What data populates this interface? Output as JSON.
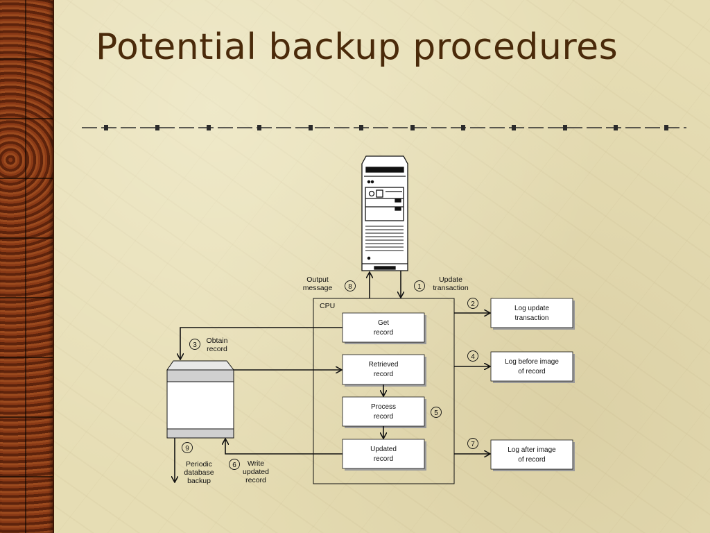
{
  "slide": {
    "title": "Potential backup procedures",
    "colors": {
      "title": "#4a2a0a",
      "background": "#e6ddb4",
      "leather": "#6e2c10"
    }
  },
  "diagram": {
    "terminal_icon": "terminal-icon",
    "database_icon": "database-cylinder-icon",
    "cpu_label": "CPU",
    "cpu_boxes": {
      "get_record": [
        "Get",
        "record"
      ],
      "retrieved_record": [
        "Retrieved",
        "record"
      ],
      "process_record": [
        "Process",
        "record"
      ],
      "updated_record": [
        "Updated",
        "record"
      ]
    },
    "log_boxes": {
      "log_update": [
        "Log update",
        "transaction"
      ],
      "log_before": [
        "Log before image",
        "of record"
      ],
      "log_after": [
        "Log after image",
        "of record"
      ]
    },
    "steps": {
      "s1": {
        "num": "1",
        "label": [
          "Update",
          "transaction"
        ]
      },
      "s2": {
        "num": "2"
      },
      "s3": {
        "num": "3",
        "label": [
          "Obtain",
          "record"
        ]
      },
      "s4": {
        "num": "4"
      },
      "s5": {
        "num": "5"
      },
      "s6": {
        "num": "6",
        "label": [
          "Write",
          "updated",
          "record"
        ]
      },
      "s7": {
        "num": "7"
      },
      "s8": {
        "num": "8",
        "label": [
          "Output",
          "message"
        ]
      },
      "s9": {
        "num": "9",
        "label": [
          "Periodic",
          "database",
          "backup"
        ]
      }
    }
  }
}
